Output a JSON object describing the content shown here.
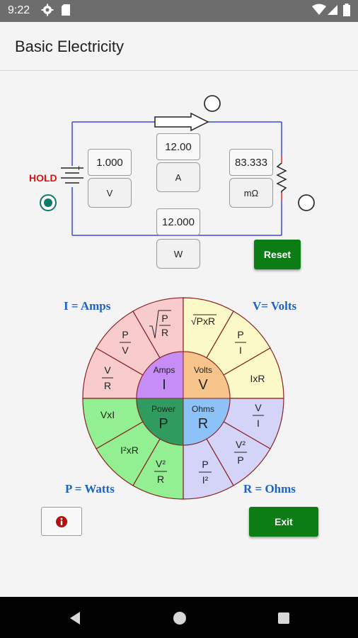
{
  "status": {
    "time": "9:22"
  },
  "app": {
    "title": "Basic Electricity"
  },
  "circuit": {
    "hold_label": "HOLD",
    "voltage": {
      "value": "1.000",
      "unit": "V"
    },
    "current": {
      "value": "12.00",
      "unit": "A"
    },
    "resistance": {
      "value": "83.333",
      "unit": "mΩ"
    },
    "power": {
      "value": "12.000",
      "unit": "W"
    },
    "reset_label": "Reset"
  },
  "wheel": {
    "corner_labels": {
      "amps": "I = Amps",
      "volts": "V= Volts",
      "watts": "P = Watts",
      "ohms": "R = Ohms"
    },
    "center": {
      "amps": {
        "word": "Amps",
        "symbol": "I"
      },
      "volts": {
        "word": "Volts",
        "symbol": "V"
      },
      "power": {
        "word": "Power",
        "symbol": "P"
      },
      "ohms": {
        "word": "Ohms",
        "symbol": "R"
      }
    },
    "formulas": {
      "i_v_over_r": [
        "V",
        "R"
      ],
      "i_p_over_v": [
        "P",
        "V"
      ],
      "i_sqrt_p_over_r": [
        "P",
        "R"
      ],
      "v_sqrt_pxr": "√PxR",
      "v_p_over_i": [
        "P",
        "I"
      ],
      "v_ixr": "IxR",
      "r_v_over_i": [
        "V",
        "I"
      ],
      "r_v2_over_p": [
        "V²",
        "P"
      ],
      "r_p_over_i2": [
        "P",
        "I²"
      ],
      "p_vxi": "VxI",
      "p_i2xr": "I²xR",
      "p_v2_over_r": [
        "V²",
        "R"
      ]
    },
    "colors": {
      "amps_outer": "#f8cccc",
      "amps_inner": "#c58df5",
      "volts_outer": "#fcf9c8",
      "volts_inner": "#f7c58c",
      "ohms_outer": "#d4d4f8",
      "ohms_inner": "#8cc2f8",
      "power_outer": "#92f092",
      "power_inner": "#2f9b5e"
    }
  },
  "footer": {
    "exit_label": "Exit"
  }
}
